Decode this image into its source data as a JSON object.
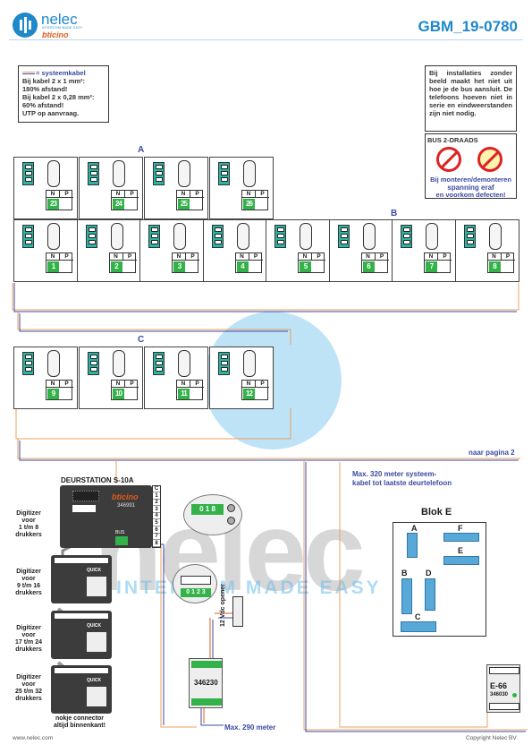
{
  "header": {
    "logo_name": "nelec",
    "logo_tagline": "INTERCOM MADE EASY",
    "brand": "bticino",
    "doc_id": "GBM_19-0780"
  },
  "notes": {
    "cable": [
      "= systeemkabel",
      "Bij kabel 2 x 1 mm²:",
      "180% afstand!",
      "Bij kabel 2 x 0,28 mm²:",
      "60% afstand!",
      "UTP op aanvraag."
    ],
    "install": "Bij installaties zonder beeld maakt het niet uit hoe je de bus aansluit. De telefoons hoeven niet in serie en eindweerstanden zijn niet nodig.",
    "bus_title": "BUS 2-DRAADS",
    "bus_warning": [
      "Bij monteren/demonteren",
      "spanning eraf",
      "en voorkom defecten!"
    ]
  },
  "blocks": {
    "a_label": "A",
    "b_label": "B",
    "c_label": "C",
    "switch_n": "N",
    "switch_p": "P",
    "row_a": [
      "23",
      "24",
      "25",
      "26"
    ],
    "row_b": [
      "1",
      "2",
      "3",
      "4",
      "5",
      "6",
      "7",
      "8"
    ],
    "row_c": [
      "9",
      "10",
      "11",
      "12"
    ]
  },
  "labels": {
    "naar_pagina": "naar pagina 2",
    "max_320": [
      "Max. 320 meter systeem-",
      "kabel tot laatste deurtelefoon"
    ],
    "deurstation": "DEURSTATION S-10A",
    "door_brand": "bticino",
    "door_code": "346991",
    "terminals": [
      "C",
      "1",
      "2",
      "3",
      "4",
      "5",
      "6",
      "7",
      "8"
    ],
    "bus_term": "BUS",
    "display_top": "0 1 8",
    "display_mid": "0 1 2 3",
    "digitizers": [
      [
        "Digitizer",
        "voor",
        "1 t/m 8",
        "drukkers"
      ],
      [
        "Digitizer",
        "voor",
        "9 t/m 16",
        "drukkers"
      ],
      [
        "Digitizer",
        "voor",
        "17 t/m 24",
        "drukkers"
      ],
      [
        "Digitizer",
        "voor",
        "25 t/m 32",
        "drukkers"
      ]
    ],
    "digitizer_brand": "QUICK",
    "nokje": [
      "nokje connector",
      "altijd binnenkant!"
    ],
    "opener": "12 Vdc opener",
    "psu_code": "346230",
    "max_290": "Max. 290 meter",
    "blok_e_title": "Blok E",
    "blok_e_letters": [
      "A",
      "F",
      "E",
      "B",
      "D",
      "C"
    ],
    "e66_title": "E-66",
    "e66_code": "346030",
    "footer_left": "www.nelec.com",
    "footer_right": "Copyright Nelec BV"
  },
  "watermark": {
    "word": "nelec",
    "tagline": "INTERCOM MADE EASY"
  },
  "colors": {
    "accent": "#1e88c9",
    "terminal": "#2bb3a3",
    "switch_number": "#34b24a",
    "cable_orange": "#e8a060",
    "cable_blue": "#3a4aa0"
  }
}
